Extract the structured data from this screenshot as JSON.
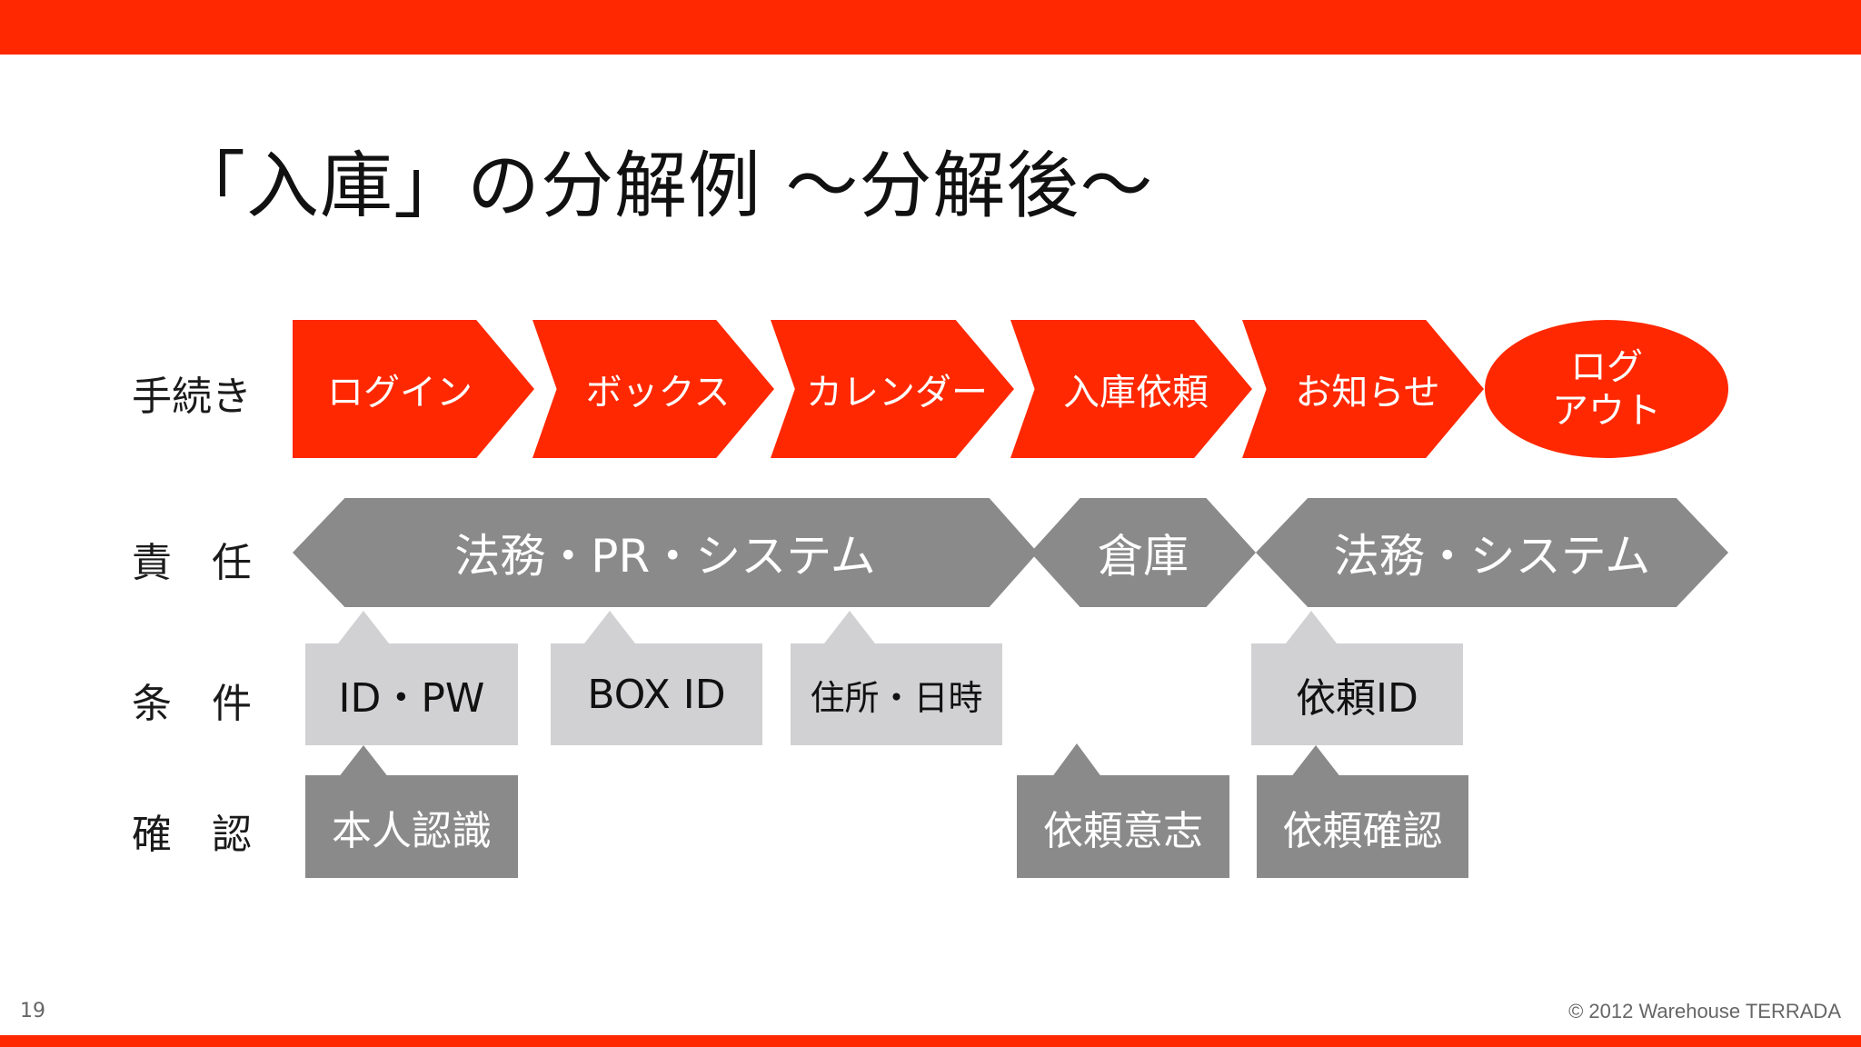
{
  "title": "「入庫」の分解例 〜分解後〜",
  "row_labels": {
    "procedure": "手続き",
    "responsibility": "責　任",
    "condition": "条　件",
    "confirmation": "確　認"
  },
  "steps": [
    "ログイン",
    "ボックス",
    "カレンダー",
    "入庫依頼",
    "お知らせ"
  ],
  "logout": {
    "line1": "ログ",
    "line2": "アウト"
  },
  "responsibilities": [
    "法務・PR・システム",
    "倉庫",
    "法務・システム"
  ],
  "conditions": [
    "ID・PW",
    "BOX ID",
    "住所・日時",
    "依頼ID"
  ],
  "confirmations": [
    "本人認識",
    "依頼意志",
    "依頼確認"
  ],
  "footer": {
    "page_number": "19",
    "copyright": "© 2012 Warehouse TERRADA"
  },
  "colors": {
    "accent": "#ff2800",
    "dark_gray": "#8a8a8a",
    "light_gray": "#d1d1d3"
  }
}
